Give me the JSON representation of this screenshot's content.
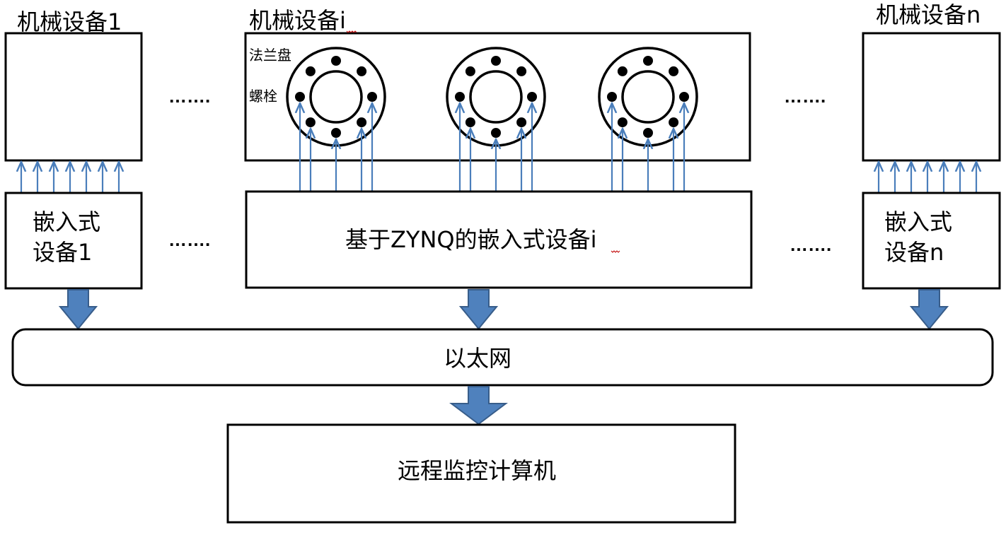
{
  "devices": {
    "machine_1": "机械设备1",
    "machine_i": "机械设备i",
    "machine_n": "机械设备n",
    "flange_label": "法兰盘",
    "bolt_label": "螺栓",
    "ellipsis": "……."
  },
  "embedded": {
    "device_1_line1": "嵌入式",
    "device_1_line2": "设备1",
    "device_i": "基于ZYNQ的嵌入式设备i",
    "device_n_line1": "嵌入式",
    "device_n_line2": "设备n"
  },
  "network": {
    "label": "以太网"
  },
  "monitor": {
    "label": "远程监控计算机"
  },
  "colors": {
    "signal_arrow": "#4a7ebb",
    "block_arrow_fill": "#4f81bd",
    "block_arrow_stroke": "#385d8a",
    "outline": "#000000"
  }
}
